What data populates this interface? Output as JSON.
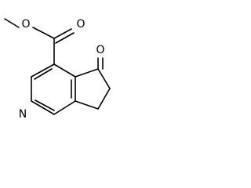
{
  "molecule": {
    "atoms": {
      "ester_o_methoxy": "O",
      "ester_o_carbonyl": "O",
      "ketone_o": "O",
      "ring_n": "N"
    }
  }
}
